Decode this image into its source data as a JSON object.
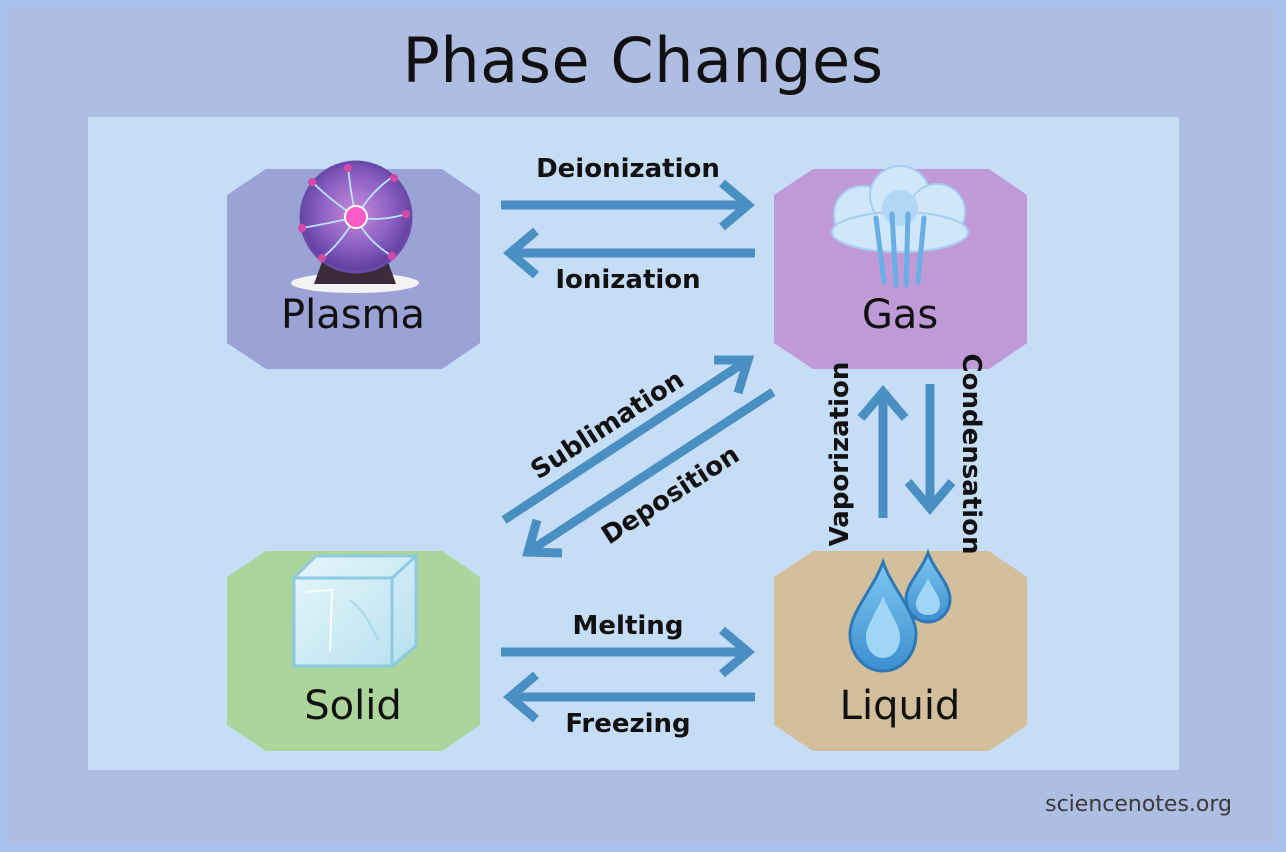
{
  "title": "Phase Changes",
  "credit": "sciencenotes.org",
  "states": {
    "plasma": {
      "label": "Plasma",
      "color": "#9aa2d6"
    },
    "gas": {
      "label": "Gas",
      "color": "#c09ad6"
    },
    "solid": {
      "label": "Solid",
      "color": "#acd59c"
    },
    "liquid": {
      "label": "Liquid",
      "color": "#d3bf9c"
    }
  },
  "transitions": {
    "deionization": "Deionization",
    "ionization": "Ionization",
    "sublimation": "Sublimation",
    "deposition": "Deposition",
    "vaporization": "Vaporization",
    "condensation": "Condensation",
    "melting": "Melting",
    "freezing": "Freezing"
  },
  "colors": {
    "arrow": "#4a8fc2",
    "panel": "#c5ddf6",
    "frame": "#aebde2"
  },
  "icons": {
    "plasma": "plasma-ball-icon",
    "gas": "cloud-icon",
    "solid": "ice-cube-icon",
    "liquid": "water-drops-icon"
  }
}
